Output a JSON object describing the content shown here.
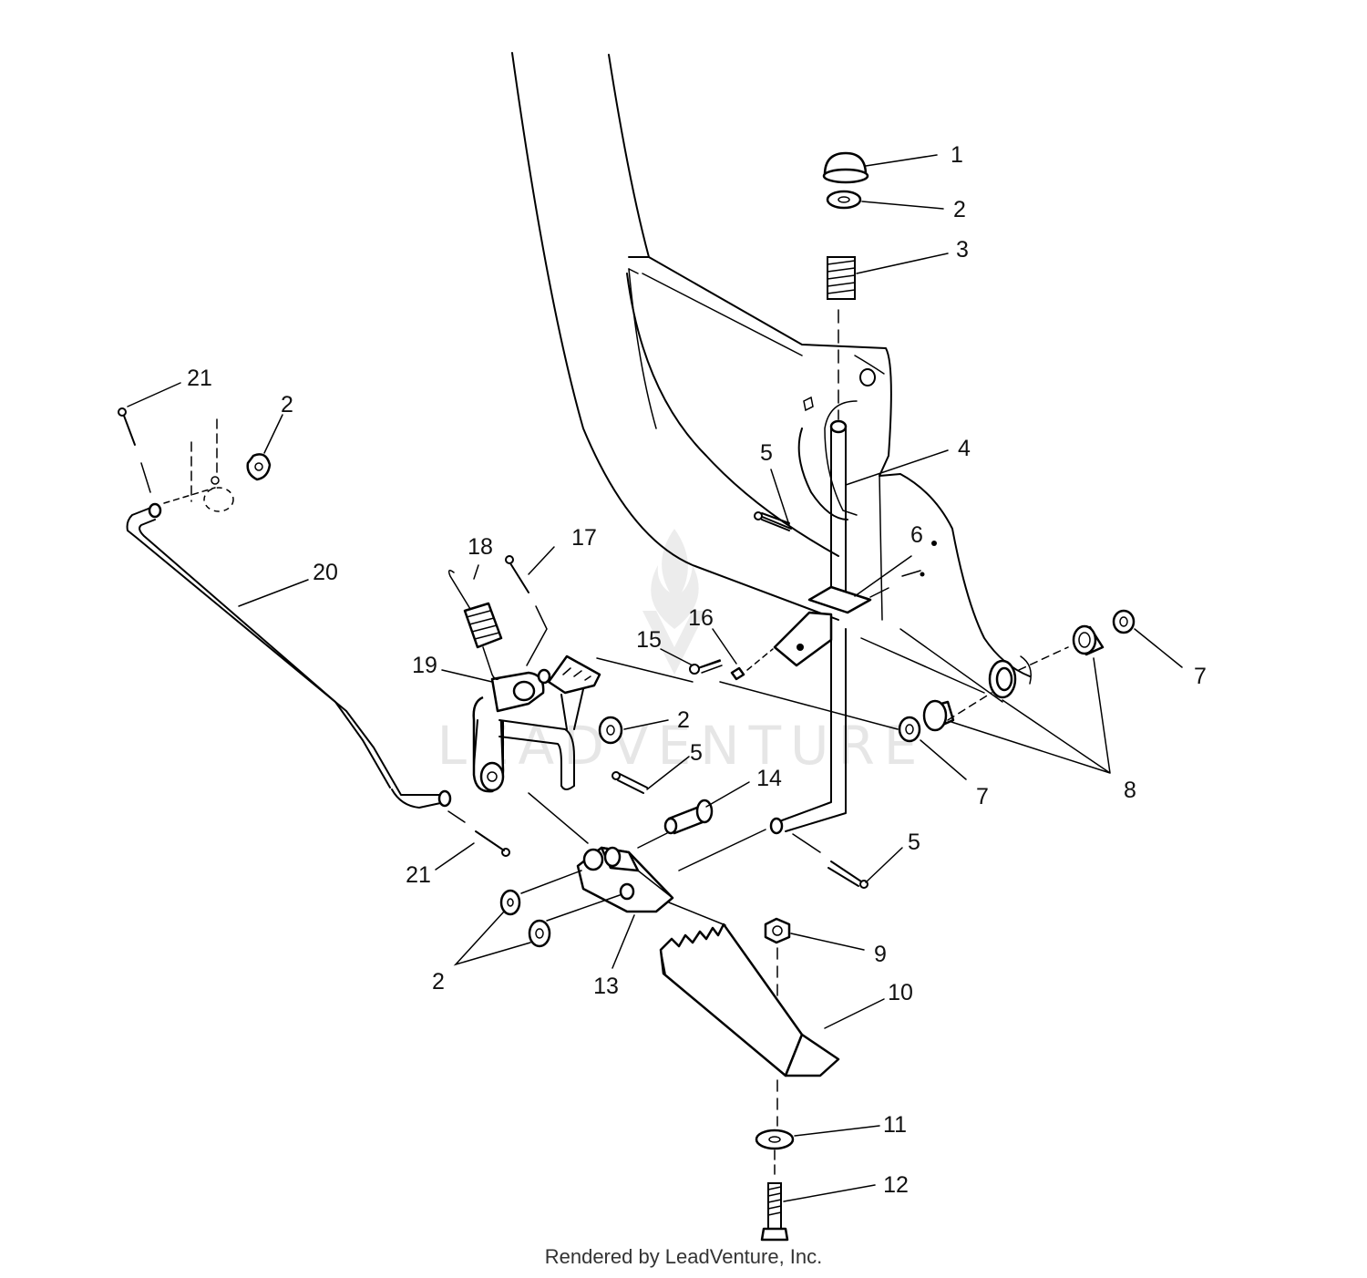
{
  "callouts": [
    {
      "id": "c1",
      "text": "1"
    },
    {
      "id": "c2a",
      "text": "2"
    },
    {
      "id": "c3",
      "text": "3"
    },
    {
      "id": "c4",
      "text": "4"
    },
    {
      "id": "c5a",
      "text": "5"
    },
    {
      "id": "c6",
      "text": "6"
    },
    {
      "id": "c7a",
      "text": "7"
    },
    {
      "id": "c8",
      "text": "8"
    },
    {
      "id": "c7b",
      "text": "7"
    },
    {
      "id": "c16",
      "text": "16"
    },
    {
      "id": "c15",
      "text": "15"
    },
    {
      "id": "c2b",
      "text": "2"
    },
    {
      "id": "c5b",
      "text": "5"
    },
    {
      "id": "c14",
      "text": "14"
    },
    {
      "id": "c5c",
      "text": "5"
    },
    {
      "id": "c9",
      "text": "9"
    },
    {
      "id": "c10",
      "text": "10"
    },
    {
      "id": "c11",
      "text": "11"
    },
    {
      "id": "c12",
      "text": "12"
    },
    {
      "id": "c13",
      "text": "13"
    },
    {
      "id": "c2c",
      "text": "2"
    },
    {
      "id": "c21a",
      "text": "21"
    },
    {
      "id": "c2d",
      "text": "2"
    },
    {
      "id": "c20",
      "text": "20"
    },
    {
      "id": "c18",
      "text": "18"
    },
    {
      "id": "c17",
      "text": "17"
    },
    {
      "id": "c19",
      "text": "19"
    },
    {
      "id": "c21b",
      "text": "21"
    }
  ],
  "watermark": "LEADVENTURE",
  "footer": "Rendered by LeadVenture, Inc."
}
